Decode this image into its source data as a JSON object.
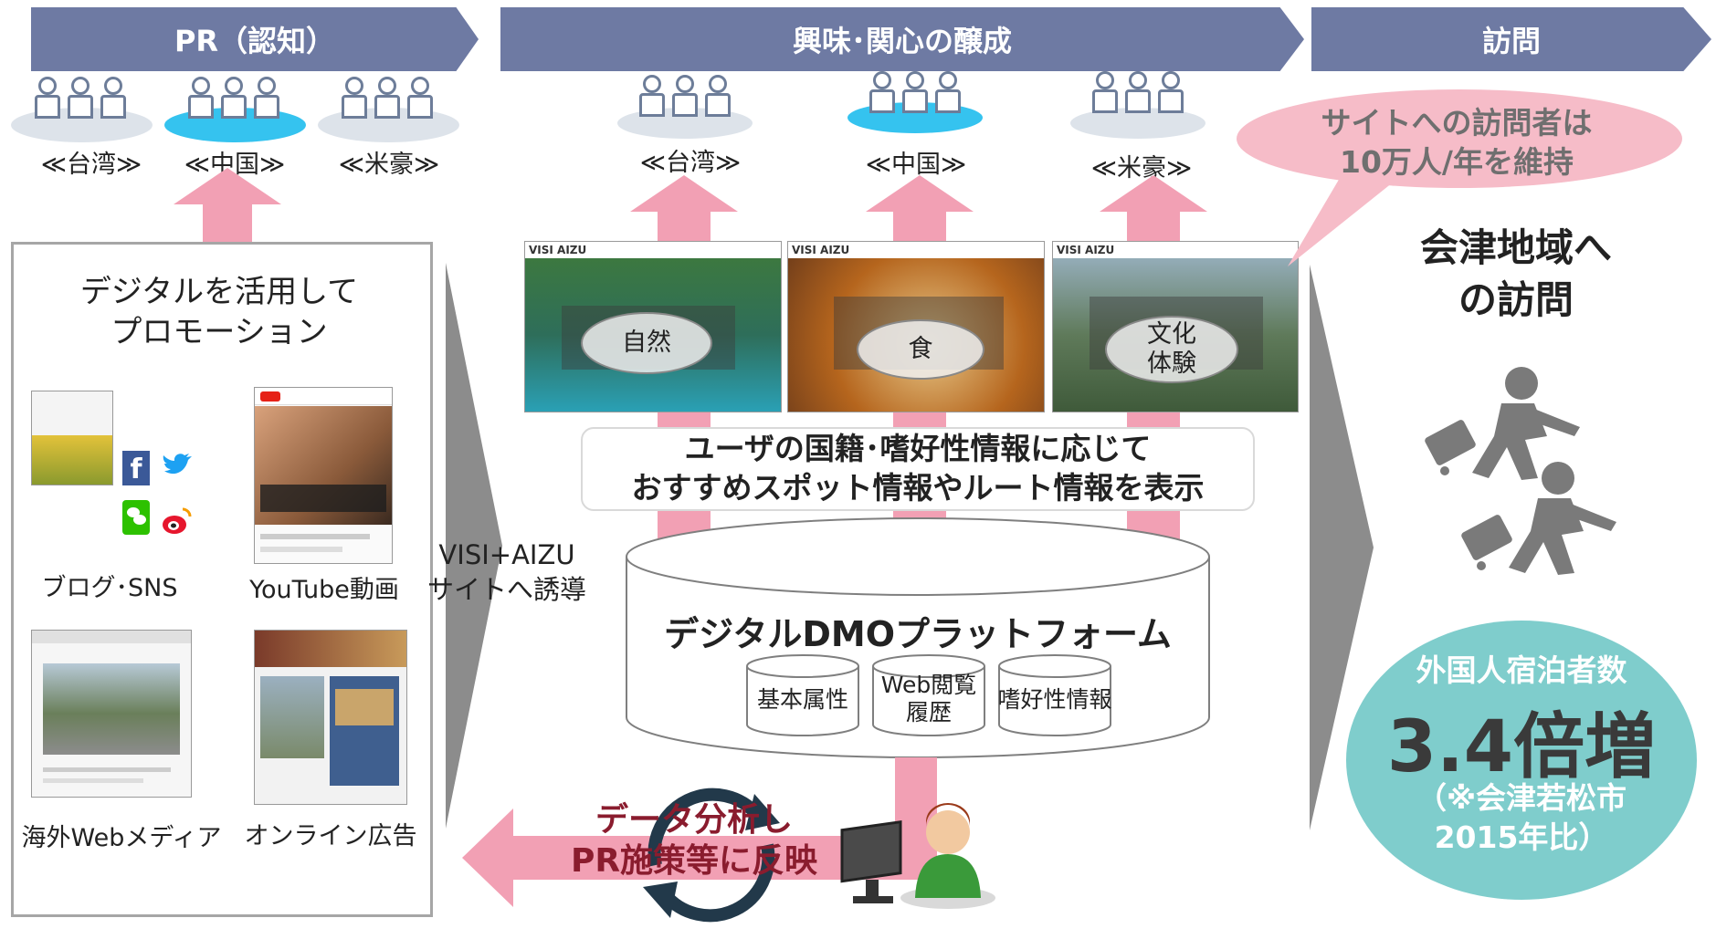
{
  "stages": [
    {
      "label": "PR（認知）"
    },
    {
      "label": "興味･関心の醸成"
    },
    {
      "label": "訪問"
    }
  ],
  "pr_regions": [
    "≪台湾≫",
    "≪中国≫",
    "≪米豪≫"
  ],
  "interest_regions": [
    "≪台湾≫",
    "≪中国≫",
    "≪米豪≫"
  ],
  "promo": {
    "title_line1": "デジタルを活用して",
    "title_line2": "プロモーション",
    "channels": [
      "ブログ･SNS",
      "YouTube動画",
      "海外Webメディア",
      "オンライン広告"
    ]
  },
  "redirect": {
    "line1": "VISI+AIZU",
    "line2": "サイトへ誘導"
  },
  "site_thumbs": [
    {
      "header": "VISI AIZU",
      "category": "自然"
    },
    {
      "header": "VISI AIZU",
      "category": "食"
    },
    {
      "header": "VISI AIZU",
      "category_line1": "文化",
      "category_line2": "体験"
    }
  ],
  "recommend": {
    "line1": "ユーザの国籍･嗜好性情報に応じて",
    "line2": "おすすめスポット情報やルート情報を表示"
  },
  "platform": {
    "title": "デジタルDMOプラットフォーム",
    "db_items": [
      "基本属性",
      "Web閲覧\n履歴",
      "嗜好性情報"
    ],
    "db_item_web_line1": "Web閲覧",
    "db_item_web_line2": "履歴"
  },
  "analysis": {
    "line1": "データ分析し",
    "line2": "PR施策等に反映"
  },
  "bubble": {
    "line1": "サイトへの訪問者は",
    "line2": "10万人/年を維持"
  },
  "visit": {
    "line1": "会津地域へ",
    "line2": "の訪問"
  },
  "result": {
    "label": "外国人宿泊者数",
    "value": "3.4倍増",
    "note_line1": "（※会津若松市",
    "note_line2": "2015年比）"
  },
  "colors": {
    "header": "#6e7aa3",
    "pink_arrow": "#f2a0b4",
    "china_highlight": "#35c3ef",
    "region_ellipse": "#dde3ea",
    "result_circle": "#7fcdcc",
    "dark_red_text": "#8a1c2e",
    "bubble": "#f6bcc8"
  }
}
